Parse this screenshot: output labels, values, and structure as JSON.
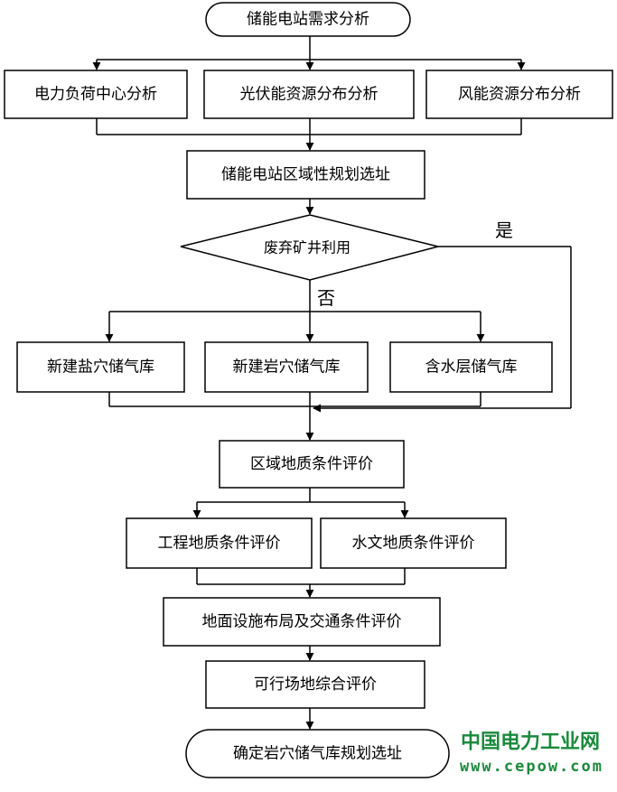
{
  "nodes": {
    "start": "储能电站需求分析",
    "load_center": "电力负荷中心分析",
    "pv_resource": "光伏能资源分布分析",
    "wind_resource": "风能资源分布分析",
    "regional_planning": "储能电站区域性规划选址",
    "decision": "废弃矿井利用",
    "salt_cavern": "新建盐穴储气库",
    "rock_cavern": "新建岩穴储气库",
    "aquifer": "含水层储气库",
    "regional_geology": "区域地质条件评价",
    "engineering_geology": "工程地质条件评价",
    "hydrogeology": "水文地质条件评价",
    "facility_layout": "地面设施布局及交通条件评价",
    "site_evaluation": "可行场地综合评价",
    "end": "确定岩穴储气库规划选址"
  },
  "branch_labels": {
    "yes": "是",
    "no": "否"
  },
  "watermark": {
    "name": "中国电力工业网",
    "url": "www.cepow.com",
    "color": "#1a8a3c"
  }
}
